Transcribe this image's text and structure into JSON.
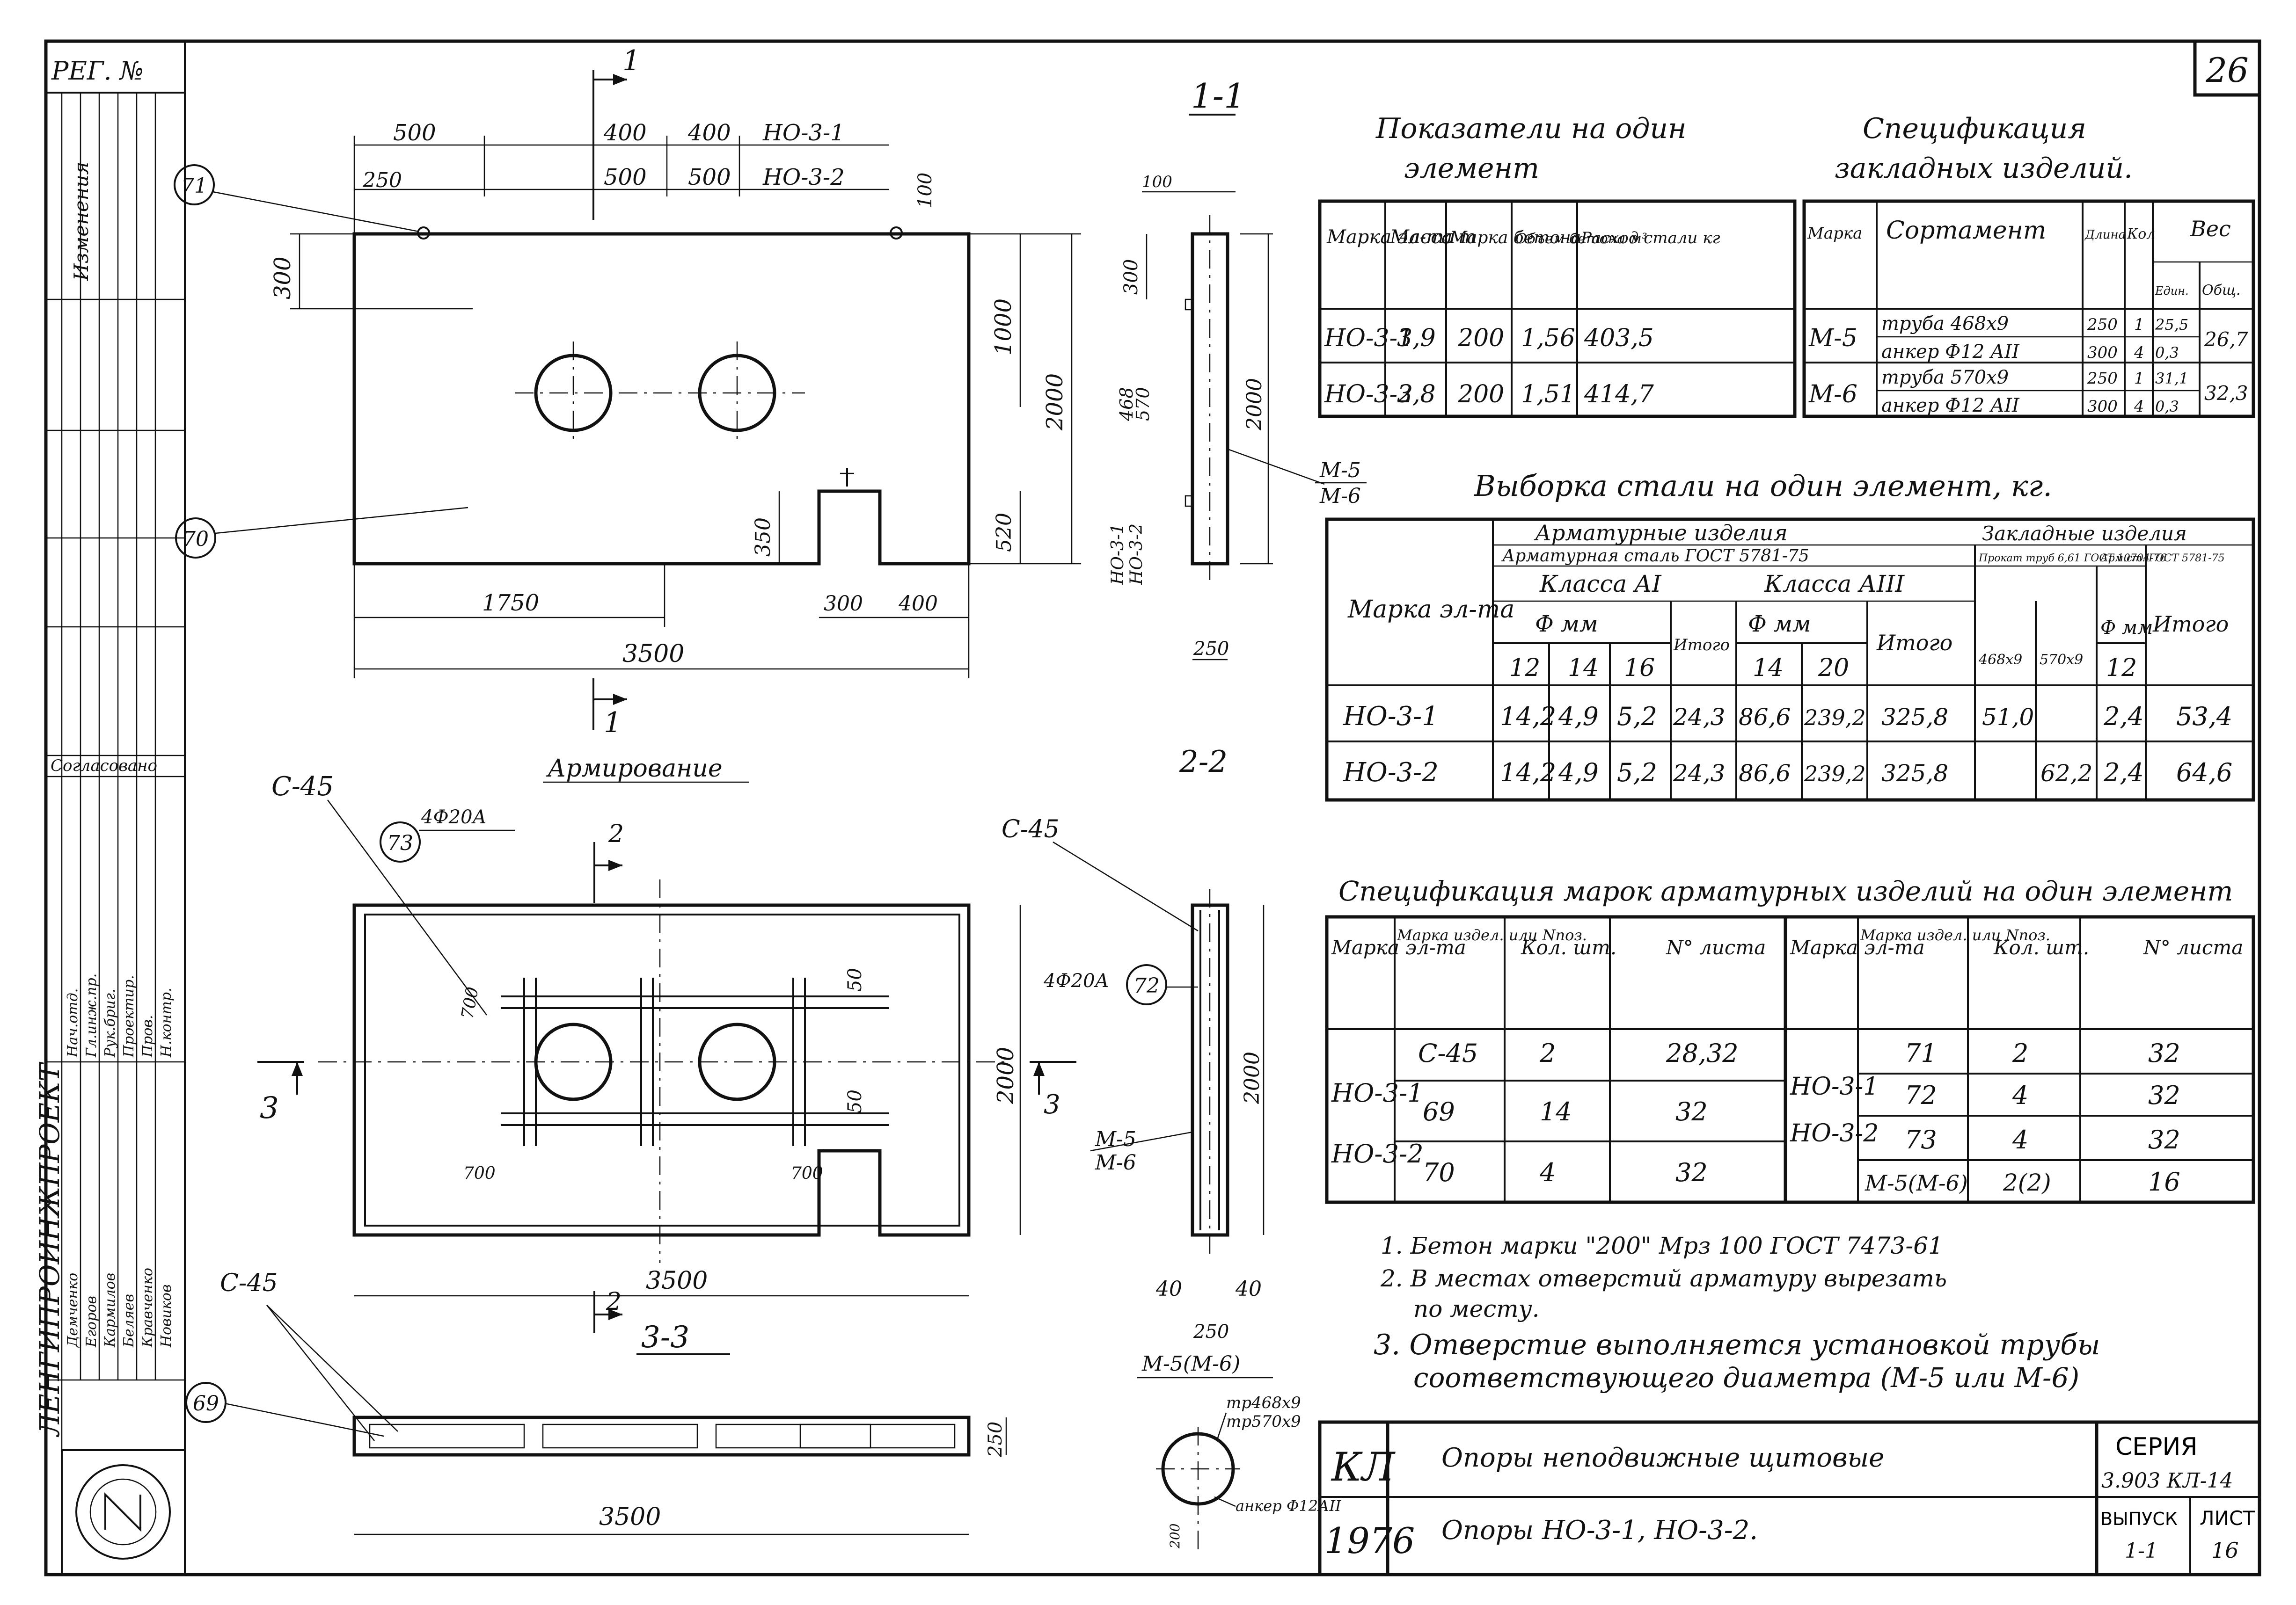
{
  "sheet": {
    "number": "26",
    "reg": "РЕГ. №"
  },
  "views": {
    "elevation_label": "1-1",
    "section22_label": "2-2",
    "section33_label": "3-3",
    "reinforcement_title": "Армирование",
    "cut1": "1",
    "cut2": "2",
    "cut3": "3"
  },
  "dims": {
    "top_500": "500",
    "top_400a": "400",
    "top_400b": "400",
    "mark1": "НО-3-1",
    "top_500b": "500",
    "top_500c": "500",
    "mark2": "НО-3-2",
    "d250": "250",
    "d100": "100",
    "d300": "300",
    "d1000": "1000",
    "d2000": "2000",
    "d350": "350",
    "d520": "520",
    "d1750": "1750",
    "d300b": "300",
    "d400": "400",
    "d3500": "3500",
    "s_100": "100",
    "s_300": "300",
    "s_468": "468",
    "s_570": "570",
    "s_2000": "2000",
    "s_250": "250",
    "s_m1": "НО-3-1",
    "s_m2": "НО-3-2",
    "m5": "М-5",
    "m6": "М-6",
    "c45a": "С-45",
    "c45b": "С-45",
    "c45c": "С-45",
    "bar4a": "4Ф20А",
    "bar4b": "4Ф20А",
    "r700a": "700",
    "r700b": "700",
    "r700c": "700",
    "r50a": "50",
    "r50b": "50",
    "r2000a": "2000",
    "r2000b": "2000",
    "r3500": "3500",
    "r40a": "40",
    "r40b": "40",
    "r250": "250",
    "rm56": "М-5(М-6)",
    "b250": "250",
    "b3500": "3500",
    "tube1": "тр468х9",
    "tube2": "тр570х9",
    "anchor": "анкер Ф12АII",
    "a200": "200"
  },
  "balloons": {
    "b71": "71",
    "b70": "70",
    "b73": "73",
    "b72": "72",
    "b69": "69"
  },
  "indicators": {
    "title_line1": "Показатели на один",
    "title_line2": "элемент",
    "headers": [
      "Марка эл-та",
      "Масса т",
      "Марка бетона",
      "Объем бетона м³",
      "Расход стали кг"
    ],
    "rows": [
      [
        "НО-3-1",
        "3,9",
        "200",
        "1,56",
        "403,5"
      ],
      [
        "НО-3-2",
        "3,8",
        "200",
        "1,51",
        "414,7"
      ]
    ]
  },
  "embedded_spec": {
    "title_line1": "Спецификация",
    "title_line2": "закладных изделий.",
    "headers": [
      "Марка",
      "Сортамент",
      "Длина",
      "Кол",
      "Вес",
      "Един.",
      "Общ."
    ],
    "rows": [
      [
        "М-5",
        "труба 468х9",
        "250",
        "1",
        "25,5",
        "26,7"
      ],
      [
        "",
        "анкер Ф12 АII",
        "300",
        "4",
        "0,3",
        ""
      ],
      [
        "М-6",
        "труба 570х9",
        "250",
        "1",
        "31,1",
        "32,3"
      ],
      [
        "",
        "анкер Ф12 АII",
        "300",
        "4",
        "0,3",
        ""
      ]
    ]
  },
  "steel": {
    "title": "Выборка стали на один элемент, кг.",
    "h_mark": "Марка эл-та",
    "h_arm": "Арматурные изделия",
    "h_armsteel": "Арматурная сталь ГОСТ 5781-75",
    "h_classA1": "Класса АI",
    "h_classA3": "Класса АIII",
    "h_fmm1": "Ф мм",
    "h_fmm2": "Ф мм",
    "h_itogo1": "Итого",
    "h_itogo2": "Итого",
    "h_emb": "Закладные изделия",
    "h_prokat": "Прокат труб 6,61 ГОСТ 10704-76",
    "h_armst": "Арм.ст. ГОСТ 5781-75",
    "h_fmm3": "Ф мм",
    "h_itogo3": "Итого",
    "d": [
      "12",
      "14",
      "16",
      "14",
      "20",
      "468х9",
      "570х9",
      "12"
    ],
    "rows": [
      [
        "НО-3-1",
        "14,2",
        "4,9",
        "5,2",
        "24,3",
        "86,6",
        "239,2",
        "325,8",
        "51,0",
        "",
        "2,4",
        "53,4"
      ],
      [
        "НО-3-2",
        "14,2",
        "4,9",
        "5,2",
        "24,3",
        "86,6",
        "239,2",
        "325,8",
        "",
        "62,2",
        "2,4",
        "64,6"
      ]
    ]
  },
  "rebar_spec": {
    "title": "Спецификация марок арматурных изделий на один элемент",
    "headers": [
      "Марка эл-та",
      "Марка издел. или Nпоз.",
      "Кол. шт.",
      "N° листа",
      "Марка эл-та",
      "Марка издел. или Nпоз.",
      "Кол. шт.",
      "N° листа"
    ],
    "left_marks": [
      "НО-3-1",
      "НО-3-2"
    ],
    "left_rows": [
      [
        "С-45",
        "2",
        "28,32"
      ],
      [
        "69",
        "14",
        "32"
      ],
      [
        "70",
        "4",
        "32"
      ]
    ],
    "right_marks": [
      "НО-3-1",
      "НО-3-2"
    ],
    "right_rows": [
      [
        "71",
        "2",
        "32"
      ],
      [
        "72",
        "4",
        "32"
      ],
      [
        "73",
        "4",
        "32"
      ],
      [
        "М-5(М-6)",
        "2(2)",
        "16"
      ]
    ]
  },
  "notes": [
    "1. Бетон марки \"200\" Мрз 100 ГОСТ 7473-61",
    "2. В местах отверстий арматуру вырезать",
    "по месту.",
    "3. Отверстие выполняется установкой трубы",
    "соответствующего диаметра (М-5 или М-6)"
  ],
  "title_block": {
    "kl": "КЛ",
    "year": "1976",
    "name1": "Опоры неподвижные щитовые",
    "name2": "Опоры НО-3-1, НО-3-2.",
    "series_label": "СЕРИЯ",
    "series": "3.903 КЛ-14",
    "issue_label": "ВЫПУСК",
    "issue": "1-1",
    "sheet_label": "ЛИСТ",
    "sheet": "16"
  },
  "left_strip": {
    "org": "ЛЕНГИПРОИНЖПРОЕКТ",
    "changes_title": "Изменения",
    "sign_roles": [
      "Нач.отд.",
      "Гл.инж.пр.",
      "Рук.бриг.",
      "Проектир.",
      "Пров.",
      "Н.контр."
    ],
    "sign_names": [
      "Демченко",
      "Егоров",
      "Кармилов",
      "Беляев",
      "Кравченко",
      "Новиков"
    ],
    "approve": "Согласовано"
  }
}
